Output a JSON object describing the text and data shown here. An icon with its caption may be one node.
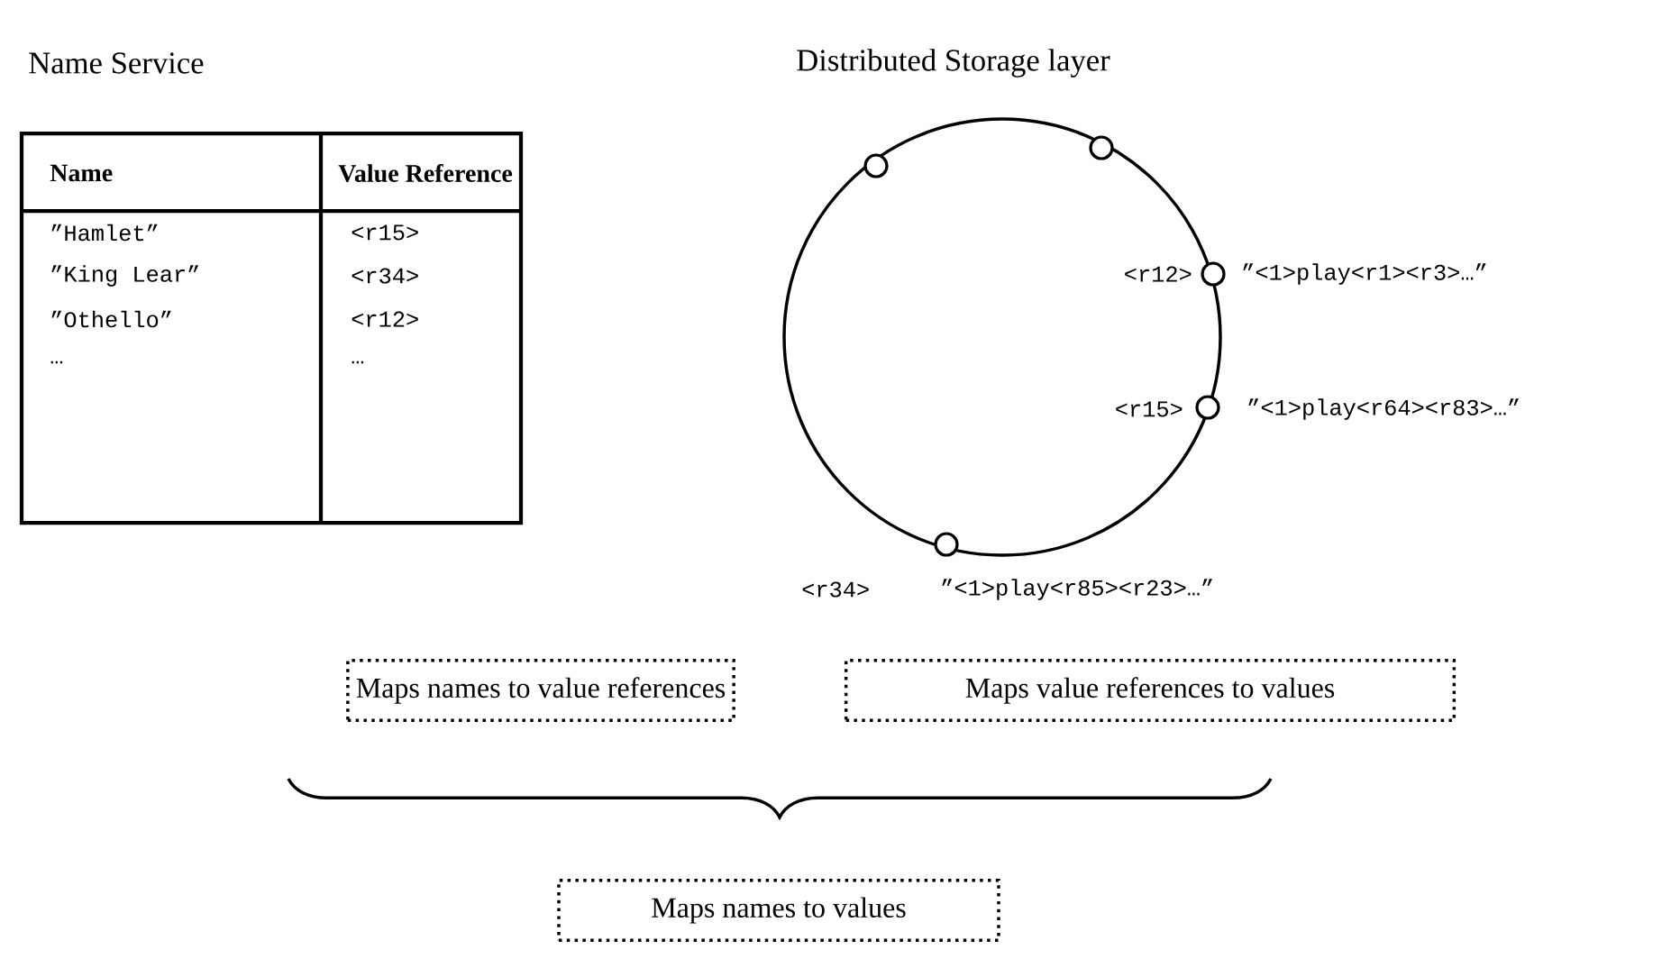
{
  "diagram": {
    "nodes": [
      {
        "text": [
          "Maps names to value references"
        ]
      },
      {
        "text": [
          "Maps value references to values"
        ]
      },
      {
        "text": [
          "Maps names to values"
        ]
      }
    ],
    "labels": [
      "Name Service",
      "Distributed Storage layer",
      "Name",
      "Value Reference",
      "”Hamlet”",
      "<r15>",
      "”King Lear”",
      "<r34>",
      "”Othello”",
      "<r12>",
      "…",
      "…",
      "<r12>",
      "”<1>play<r1><r3>…”",
      "<r15>",
      "”<1>play<r64><r83>…”",
      "<r34>",
      "”<1>play<r85><r23>…”"
    ]
  }
}
